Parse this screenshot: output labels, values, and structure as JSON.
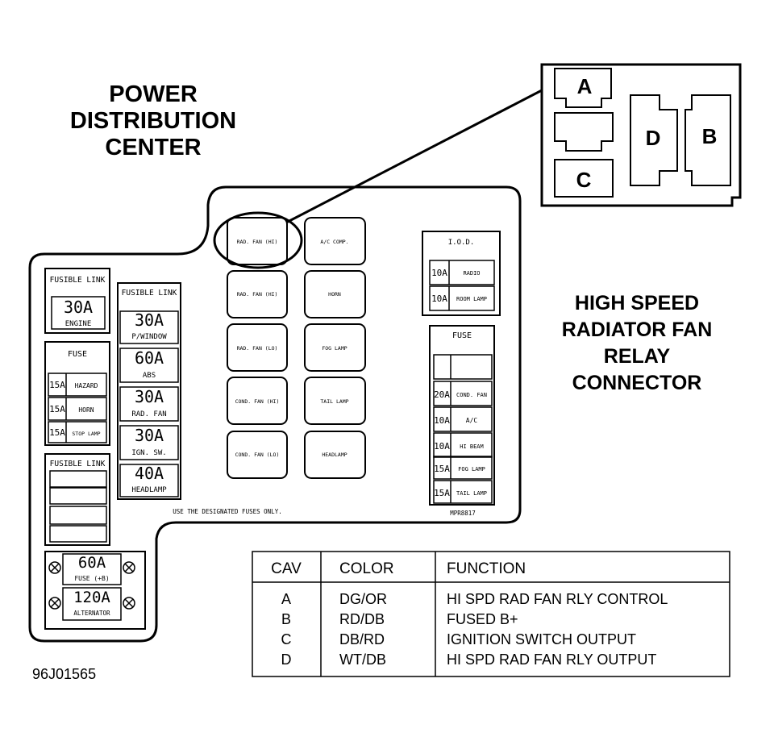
{
  "title_lines": [
    "POWER",
    "DISTRIBUTION",
    "CENTER"
  ],
  "relay_title_lines": [
    "HIGH SPEED",
    "RADIATOR FAN",
    "RELAY",
    "CONNECTOR"
  ],
  "connector": {
    "cavities": [
      "A",
      "B",
      "C",
      "D"
    ]
  },
  "left_block": {
    "link1": {
      "header": "FUSIBLE LINK",
      "amp": "30A",
      "label": "ENGINE"
    },
    "fuse_group": {
      "header": "FUSE",
      "rows": [
        {
          "amp": "15A",
          "label": "HAZARD"
        },
        {
          "amp": "15A",
          "label": "HORN"
        },
        {
          "amp": "15A",
          "label": "STOP LAMP"
        }
      ]
    },
    "link3": {
      "header": "FUSIBLE LINK"
    },
    "bottom": [
      {
        "amp": "60A",
        "label": "FUSE (+B)"
      },
      {
        "amp": "120A",
        "label": "ALTERNATOR"
      }
    ]
  },
  "center_link": {
    "header": "FUSIBLE LINK",
    "items": [
      {
        "amp": "30A",
        "label": "P/WINDOW"
      },
      {
        "amp": "60A",
        "label": "ABS"
      },
      {
        "amp": "30A",
        "label": "RAD. FAN"
      },
      {
        "amp": "30A",
        "label": "IGN. SW."
      },
      {
        "amp": "40A",
        "label": "HEADLAMP"
      }
    ]
  },
  "relays": [
    {
      "label": "RAD. FAN (HI)"
    },
    {
      "label": "A/C COMP."
    },
    {
      "label": "RAD. FAN (HI)"
    },
    {
      "label": "HORN"
    },
    {
      "label": "RAD. FAN (LO)"
    },
    {
      "label": "FOG LAMP"
    },
    {
      "label": "COND. FAN (HI)"
    },
    {
      "label": "TAIL LAMP"
    },
    {
      "label": "COND. FAN (LO)"
    },
    {
      "label": "HEADLAMP"
    }
  ],
  "note": "USE THE DESIGNATED FUSES ONLY.",
  "right_iod": {
    "header": "I.O.D.",
    "rows": [
      {
        "amp": "10A",
        "label": "RADIO"
      },
      {
        "amp": "10A",
        "label": "ROOM LAMP"
      }
    ]
  },
  "right_fuse": {
    "header": "FUSE",
    "rows": [
      {
        "amp": "20A",
        "label": "COND. FAN"
      },
      {
        "amp": "10A",
        "label": "A/C"
      },
      {
        "amp": "10A",
        "label": "HI BEAM"
      },
      {
        "amp": "15A",
        "label": "FOG LAMP"
      },
      {
        "amp": "15A",
        "label": "TAIL LAMP"
      }
    ],
    "code": "MPR8817"
  },
  "table": {
    "headers": [
      "CAV",
      "COLOR",
      "FUNCTION"
    ],
    "rows": [
      {
        "cav": "A",
        "color": "DG/OR",
        "function": "HI SPD RAD FAN RLY CONTROL"
      },
      {
        "cav": "B",
        "color": "RD/DB",
        "function": "FUSED B+"
      },
      {
        "cav": "C",
        "color": "DB/RD",
        "function": "IGNITION SWITCH OUTPUT"
      },
      {
        "cav": "D",
        "color": "WT/DB",
        "function": "HI SPD RAD FAN RLY OUTPUT"
      }
    ]
  },
  "figure_code": "96J01565"
}
